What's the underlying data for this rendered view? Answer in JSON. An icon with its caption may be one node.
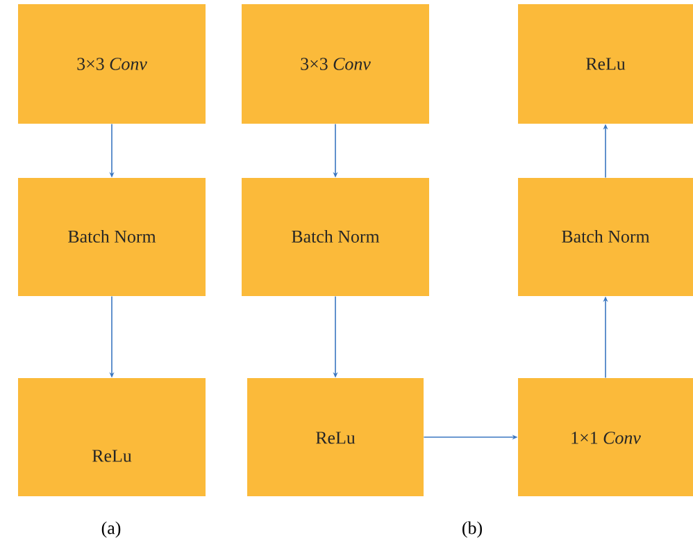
{
  "diagram": {
    "nodes": [
      {
        "text": [
          "3×3 *Conv*"
        ]
      },
      {
        "text": [
          "Batch Norm"
        ]
      },
      {
        "text": [
          "ReLu"
        ]
      },
      {
        "text": [
          "3×3 *Conv*"
        ]
      },
      {
        "text": [
          "Batch Norm"
        ]
      },
      {
        "text": [
          "ReLu"
        ]
      },
      {
        "text": [
          "ReLu"
        ]
      },
      {
        "text": [
          "Batch Norm"
        ]
      },
      {
        "text": [
          "1×1 *Conv*"
        ]
      }
    ],
    "edges": [
      {
        "from": 0,
        "to": 1,
        "arrow": "to"
      },
      {
        "from": 1,
        "to": 2,
        "arrow": "to"
      },
      {
        "from": 3,
        "to": 4,
        "arrow": "to"
      },
      {
        "from": 4,
        "to": 5,
        "arrow": "to"
      },
      {
        "from": 5,
        "to": 8,
        "arrow": "to"
      },
      {
        "from": 8,
        "to": 7,
        "arrow": "to"
      },
      {
        "from": 7,
        "to": 6,
        "arrow": "to"
      }
    ],
    "labels": [
      "(a)",
      "(b)"
    ]
  }
}
